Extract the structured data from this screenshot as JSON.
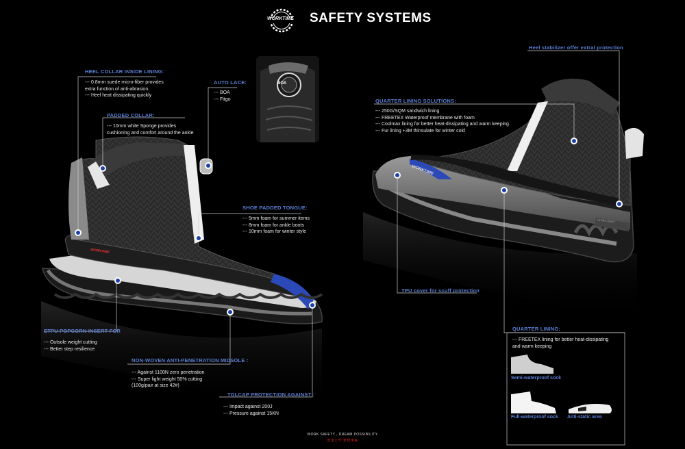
{
  "header": {
    "title": "SAFETY SYSTEMS",
    "logo_text": "WORKTIME"
  },
  "annotations": {
    "heel_collar": {
      "title": "HEEL COLLAR INSIDE LINING:",
      "lines": [
        "--- 0.8mm suede micro-fiber provides",
        "extra function of anti-abrasion.",
        "--- Heel heat dissipating quickly"
      ]
    },
    "padded_collar": {
      "title": "PADDED COLLAR:",
      "lines": [
        "--- 10mm white Sponge provides",
        "cushioning and comfort around the ankle"
      ]
    },
    "auto_lace": {
      "title": "AUTO LACE:",
      "lines": [
        "--- BOA",
        "--- Fitgo"
      ]
    },
    "tongue": {
      "title": "SHOE PADDED TONGUE:",
      "lines": [
        "--- 5mm foam for summer items",
        "--- 8mm foam for ankle boots",
        "--- 10mm foam for winter style"
      ]
    },
    "etpu": {
      "title": "ETPU POPCORN INSERT FOR",
      "lines": [
        "--- Outsole weight cutting",
        "--- Better step resilience"
      ]
    },
    "midsole": {
      "title": "NON-WOVEN ANTI-PENETRATION MIDSOLE :",
      "lines": [
        "--- Against 1100N  zero penetration",
        "--- Super light weight 50% cutting",
        "(100g/pair at size 42#)"
      ]
    },
    "toecap": {
      "title": "TOLCAP PROTECTION AGAINST :",
      "lines": [
        "--- Impact against 200J",
        "--- Pressure against 15KN"
      ]
    },
    "heel_stabilizer": {
      "title": "Heel stabilizer offer extral protection"
    },
    "quarter_solutions": {
      "title": "QUARTER LINING SOLUTIONS:",
      "lines": [
        "--- 250G/SQM sandwich lining",
        "--- FREETEX Waterproof membrane with foam",
        "--- Coolmax lining for better heat-dissipating and warm keeping",
        "--- Fur lining +3M thinsulate for winter cold"
      ]
    },
    "tpu": {
      "title": "TPU cover for scuff protection"
    },
    "quarter_lining": {
      "title": "QUARTER LINING:",
      "lines": [
        "--- FREETEX lining for better heat-dissipating",
        "and warm keeping"
      ]
    }
  },
  "captions": {
    "semi": "Semi-waterproof sock",
    "full": "Full-waterproof sock",
    "antistatic": "Anti-static area"
  },
  "boot_labels": {
    "boa": "BOA",
    "brand_left": "WORKTIME",
    "brand_right": "WORKTIME",
    "strip": "ULTRA LIGHT"
  },
  "footer": {
    "en": "WORK SAFETY , DREAM POSSIBILITY",
    "cn": "安全工作  梦想未来"
  },
  "colors": {
    "accent": "#5b7fd6",
    "dot": "#1d3fa8",
    "footer_red": "#d02020"
  }
}
